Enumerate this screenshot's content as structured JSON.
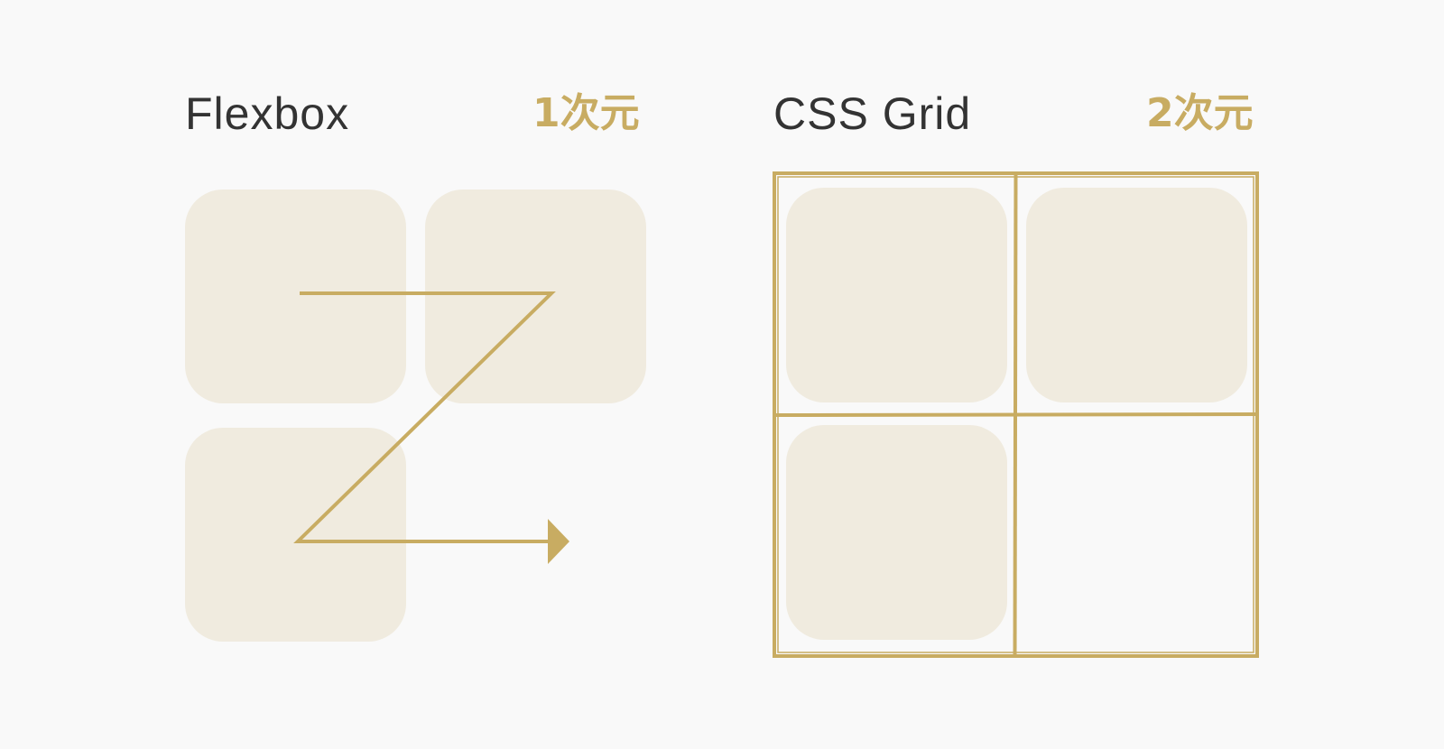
{
  "flexbox": {
    "title": "Flexbox",
    "dimension": "1次元"
  },
  "grid": {
    "title": "CSS Grid",
    "dimension": "2次元"
  },
  "colors": {
    "background": "#f9f9f9",
    "accent": "#c8ac62",
    "box_fill": "#f0ebdf",
    "title_text": "#333333"
  }
}
